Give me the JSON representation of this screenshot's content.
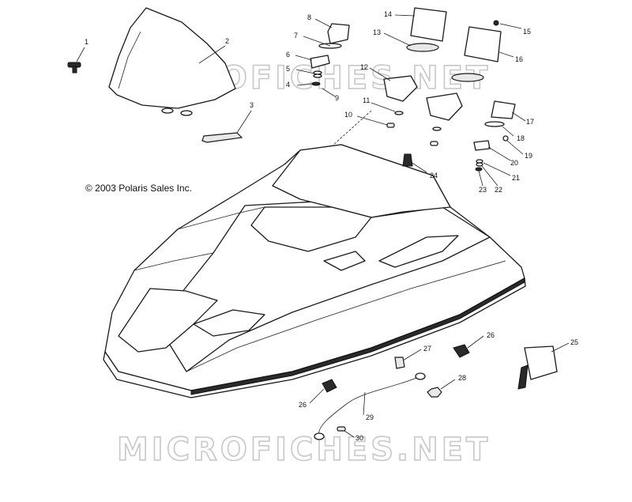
{
  "copyright": "© 2003 Polaris Sales Inc.",
  "watermark": "MICROFICHES.NET",
  "callouts": [
    {
      "id": "1",
      "label": "1"
    },
    {
      "id": "2",
      "label": "2"
    },
    {
      "id": "3",
      "label": "3"
    },
    {
      "id": "4",
      "label": "4"
    },
    {
      "id": "5",
      "label": "5"
    },
    {
      "id": "6",
      "label": "6"
    },
    {
      "id": "7",
      "label": "7"
    },
    {
      "id": "8",
      "label": "8"
    },
    {
      "id": "9",
      "label": "9"
    },
    {
      "id": "10",
      "label": "10"
    },
    {
      "id": "11",
      "label": "11"
    },
    {
      "id": "12",
      "label": "12"
    },
    {
      "id": "13",
      "label": "13"
    },
    {
      "id": "14",
      "label": "14"
    },
    {
      "id": "15",
      "label": "15"
    },
    {
      "id": "16",
      "label": "16"
    },
    {
      "id": "17",
      "label": "17"
    },
    {
      "id": "18",
      "label": "18"
    },
    {
      "id": "19",
      "label": "19"
    },
    {
      "id": "20",
      "label": "20"
    },
    {
      "id": "21",
      "label": "21"
    },
    {
      "id": "22",
      "label": "22"
    },
    {
      "id": "23",
      "label": "23"
    },
    {
      "id": "24",
      "label": "24"
    },
    {
      "id": "25",
      "label": "25"
    },
    {
      "id": "26a",
      "label": "26"
    },
    {
      "id": "26b",
      "label": "26"
    },
    {
      "id": "27",
      "label": "27"
    },
    {
      "id": "28",
      "label": "28"
    },
    {
      "id": "29",
      "label": "29"
    },
    {
      "id": "30",
      "label": "30"
    }
  ]
}
